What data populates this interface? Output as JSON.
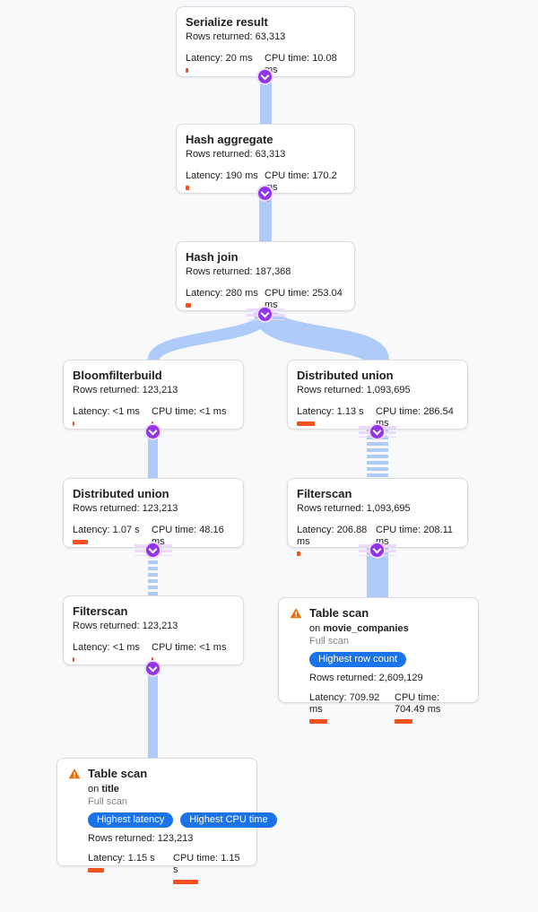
{
  "labels": {
    "rows": "Rows returned:",
    "latency": "Latency:",
    "cpu": "CPU time:",
    "on": "on",
    "full_scan": "Full scan"
  },
  "colors": {
    "background": "#f8f9fa",
    "edge_blue": "#aecbfa",
    "chevron_purple": "#9334e6",
    "metric_bar_orange": "#f4511e",
    "badge_blue": "#1a73e8",
    "card_border": "#dadce0",
    "warning_orange": "#e8710a",
    "muted_text": "#80868b"
  },
  "nodes": [
    {
      "id": "serialize-result",
      "title": "Serialize result",
      "rows": "63,313",
      "latency": "20 ms",
      "cpu": "10.08 ms",
      "latency_bar": 3,
      "cpu_bar": 3
    },
    {
      "id": "hash-aggregate",
      "title": "Hash aggregate",
      "rows": "63,313",
      "latency": "190 ms",
      "cpu": "170.2 ms",
      "latency_bar": 4,
      "cpu_bar": 5
    },
    {
      "id": "hash-join",
      "title": "Hash join",
      "rows": "187,368",
      "latency": "280 ms",
      "cpu": "253.04 ms",
      "latency_bar": 6,
      "cpu_bar": 6
    },
    {
      "id": "bloomfilterbuild",
      "title": "Bloomfilterbuild",
      "rows": "123,213",
      "latency": "<1 ms",
      "cpu": "<1 ms",
      "latency_bar": 2,
      "cpu_bar": 2
    },
    {
      "id": "distributed-union-right",
      "title": "Distributed union",
      "rows": "1,093,695",
      "latency": "1.13 s",
      "cpu": "286.54 ms",
      "latency_bar": 20,
      "cpu_bar": 7
    },
    {
      "id": "distributed-union-left",
      "title": "Distributed union",
      "rows": "123,213",
      "latency": "1.07 s",
      "cpu": "48.16 ms",
      "latency_bar": 17,
      "cpu_bar": 2
    },
    {
      "id": "filterscan-right",
      "title": "Filterscan",
      "rows": "1,093,695",
      "latency": "206.88 ms",
      "cpu": "208.11 ms",
      "latency_bar": 4,
      "cpu_bar": 5
    },
    {
      "id": "filterscan-left",
      "title": "Filterscan",
      "rows": "123,213",
      "latency": "<1 ms",
      "cpu": "<1 ms",
      "latency_bar": 2,
      "cpu_bar": 2
    },
    {
      "id": "table-scan-movie-companies",
      "title": "Table scan",
      "on_table": "movie_companies",
      "scan_type": "Full scan",
      "badges": [
        "Highest row count"
      ],
      "rows": "2,609,129",
      "latency": "709.92 ms",
      "cpu": "704.49 ms",
      "latency_bar": 20,
      "cpu_bar": 20
    },
    {
      "id": "table-scan-title",
      "title": "Table scan",
      "on_table": "title",
      "scan_type": "Full scan",
      "badges": [
        "Highest latency",
        "Highest CPU time"
      ],
      "rows": "123,213",
      "latency": "1.15 s",
      "cpu": "1.15 s",
      "latency_bar": 18,
      "cpu_bar": 28
    }
  ]
}
